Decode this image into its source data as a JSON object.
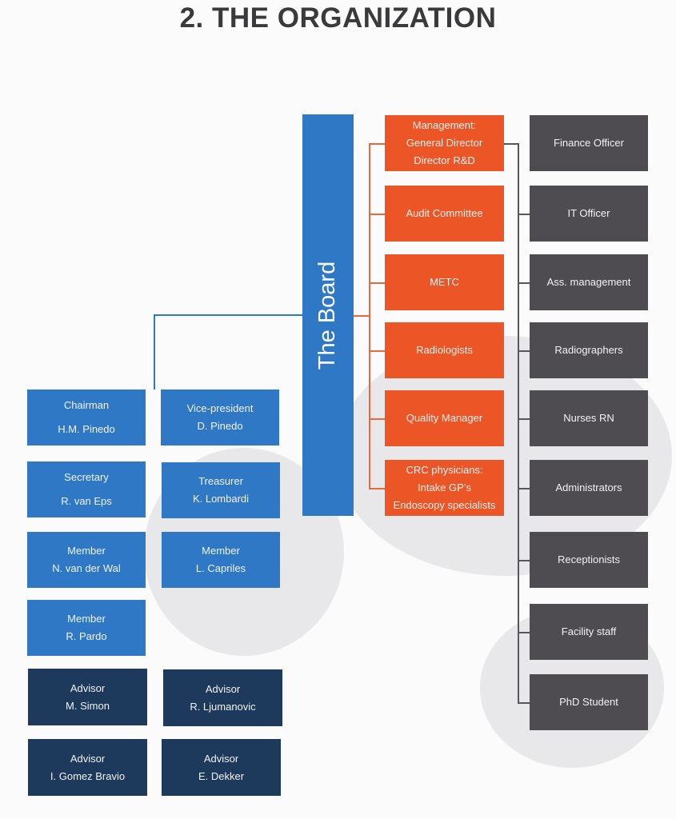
{
  "title": "2. THE ORGANIZATION",
  "board": {
    "label": "The Board"
  },
  "board_members": [
    {
      "role": "Chairman",
      "name": "H.M. Pinedo"
    },
    {
      "role": "Vice-president",
      "name": "D. Pinedo"
    },
    {
      "role": "Secretary",
      "name": "R. van Eps"
    },
    {
      "role": "Treasurer",
      "name": "K. Lombardi"
    },
    {
      "role": "Member",
      "name": "N. van der Wal"
    },
    {
      "role": "Member",
      "name": "L. Capriles"
    },
    {
      "role": "Member",
      "name": "R. Pardo"
    }
  ],
  "advisors": [
    {
      "role": "Advisor",
      "name": "M. Simon"
    },
    {
      "role": "Advisor",
      "name": "R. Ljumanovic"
    },
    {
      "role": "Advisor",
      "name": "I. Gomez Bravio"
    },
    {
      "role": "Advisor",
      "name": "E. Dekker"
    }
  ],
  "committees": [
    {
      "lines": [
        "Management:",
        "General Director",
        "Director R&D"
      ]
    },
    {
      "lines": [
        "Audit Committee"
      ]
    },
    {
      "lines": [
        "METC"
      ]
    },
    {
      "lines": [
        "Radiologists"
      ]
    },
    {
      "lines": [
        "Quality Manager"
      ]
    },
    {
      "lines": [
        "CRC physicians:",
        "Intake GP’s",
        "Endoscopy specialists"
      ]
    }
  ],
  "staff": [
    "Finance Officer",
    "IT Officer",
    "Ass. management",
    "Radiographers",
    "Nurses RN",
    "Administrators",
    "Receptionists",
    "Facility staff",
    "PhD Student"
  ],
  "colors": {
    "board_blue": "#2f78c6",
    "advisor_navy": "#1d3a5c",
    "committee_orange": "#ec5526",
    "staff_gray": "#4e4c50"
  }
}
